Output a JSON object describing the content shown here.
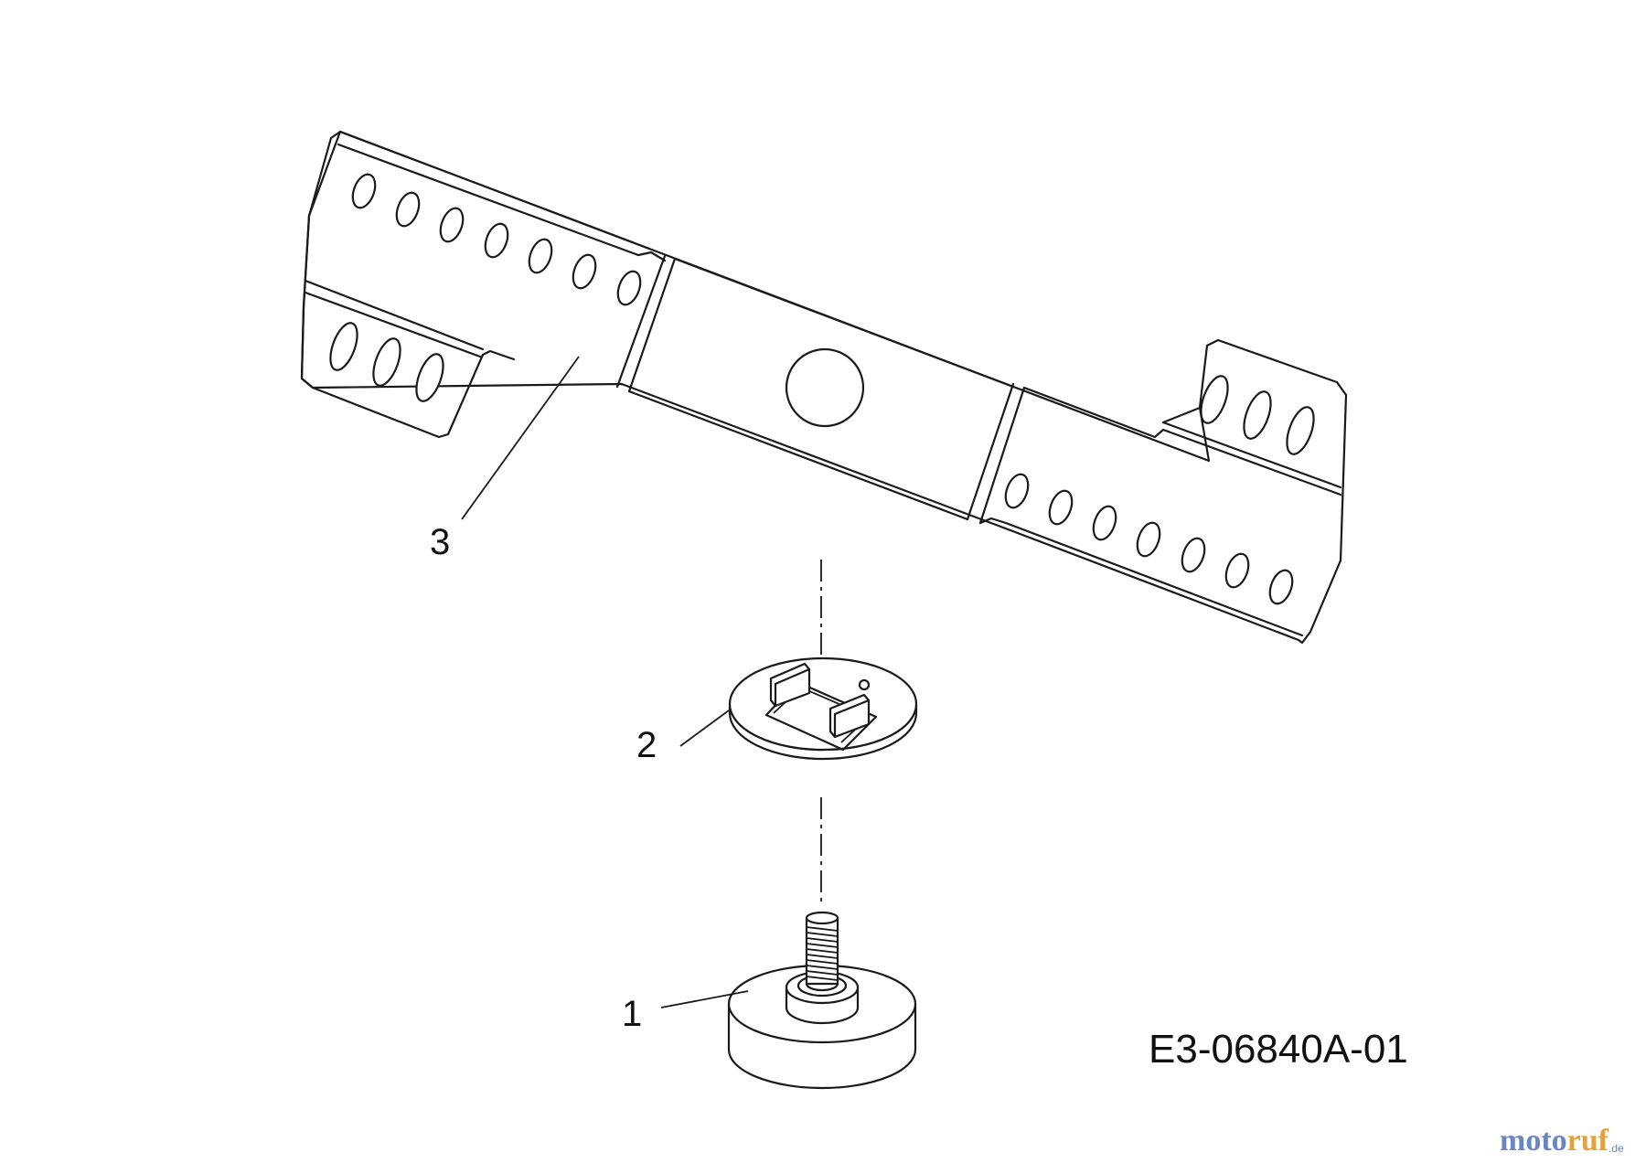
{
  "parts": [
    {
      "number": "1",
      "name": "blade-adapter-bolt"
    },
    {
      "number": "2",
      "name": "blade-washer"
    },
    {
      "number": "3",
      "name": "mower-blade"
    }
  ],
  "drawing_code": "E3-06840A-01",
  "watermark": {
    "main_a": "moto",
    "main_b": "ruf",
    "suffix": ".de"
  }
}
